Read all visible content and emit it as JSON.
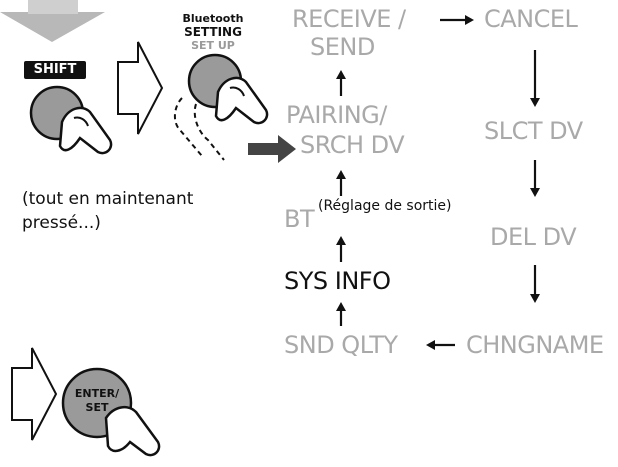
{
  "left_panel": {
    "shift_label": "SHIFT",
    "bt_button_label_line1": "Bluetooth",
    "bt_button_label_line2": "SETTING",
    "bt_button_label_line3": "SET UP",
    "hold_note_line1": "(tout en maintenant",
    "hold_note_line2": "pressé...)",
    "enter_button_label_line1": "ENTER/",
    "enter_button_label_line2": "SET"
  },
  "menu": {
    "receive_send_line1": "RECEIVE /",
    "receive_send_line2": "SEND",
    "cancel": "CANCEL",
    "pairing_line1": "PAIRING/",
    "pairing_line2": "SRCH DV",
    "slct_dv": "SLCT DV",
    "bt": "BT",
    "bt_note": "(Réglage de sortie)",
    "del_dv": "DEL DV",
    "sys_info": "SYS INFO",
    "snd_qlty": "SND QLTY",
    "chngname": "CHNGNAME"
  },
  "colors": {
    "inactive_text": "#a9a9a9",
    "active_text": "#111111",
    "button_fill": "#9a9a9a",
    "shift_bg": "#111111"
  }
}
